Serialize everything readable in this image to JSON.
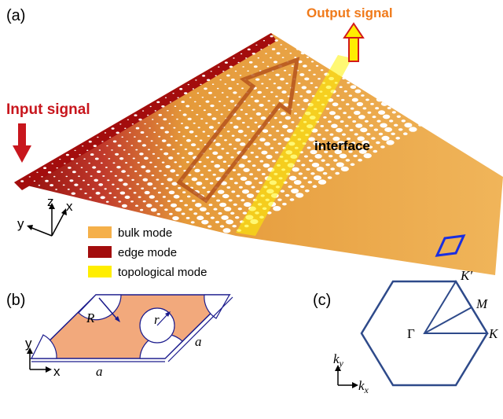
{
  "panel_a": {
    "label": "(a)",
    "input_signal": "Input signal",
    "output_signal": "Output signal",
    "interface": "interface",
    "axes": {
      "z": "z",
      "y": "y",
      "x": "x"
    },
    "legend": [
      {
        "label": "bulk mode",
        "color": "#f5b04a"
      },
      {
        "label": "edge mode",
        "color": "#a30d0d"
      },
      {
        "label": "topological mode",
        "color": "#ffee00"
      }
    ]
  },
  "panel_b": {
    "label": "(b)",
    "R": "R",
    "r": "r",
    "a_side": "a",
    "a_bottom": "a",
    "y": "y",
    "x": "x"
  },
  "panel_c": {
    "label": "(c)",
    "K_prime": "K′",
    "M": "M",
    "Gamma": "Γ",
    "K": "K",
    "ky": "k",
    "ky_sub": "y",
    "kx": "k",
    "kx_sub": "x"
  },
  "colors": {
    "slab": "#e59a3a",
    "slab_dark": "#b86a1c",
    "edge": "#a30d0d",
    "topological": "#ffee00",
    "bz_line": "#2e4a8a",
    "cell_fill": "#f2a97c",
    "cell_border": "#1a1a8c",
    "unit_marker": "#1a2ee0"
  }
}
